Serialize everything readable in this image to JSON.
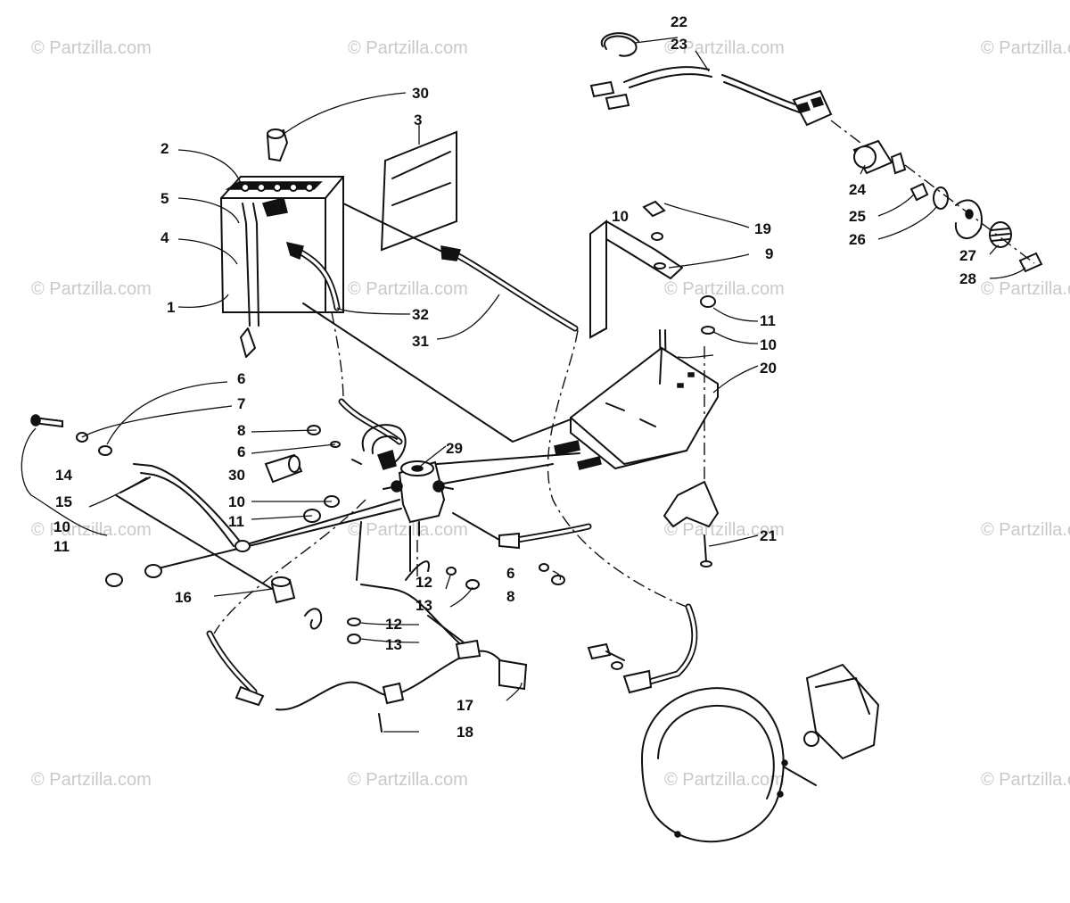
{
  "watermark": {
    "text": "© Partzilla.com",
    "color": "#c9c9c9"
  },
  "callouts": [
    "1",
    "2",
    "3",
    "4",
    "5",
    "6",
    "7",
    "8",
    "9",
    "10",
    "11",
    "12",
    "13",
    "14",
    "15",
    "16",
    "17",
    "18",
    "19",
    "20",
    "21",
    "22",
    "23",
    "24",
    "25",
    "26",
    "27",
    "28",
    "29",
    "30",
    "31",
    "32"
  ],
  "repeated_callouts": {
    "c6": "6",
    "c8": "8",
    "c10": "10",
    "c11": "11",
    "c12": "12",
    "c13": "13",
    "c30": "30"
  },
  "colors": {
    "ink": "#111111",
    "paper": "#ffffff"
  }
}
